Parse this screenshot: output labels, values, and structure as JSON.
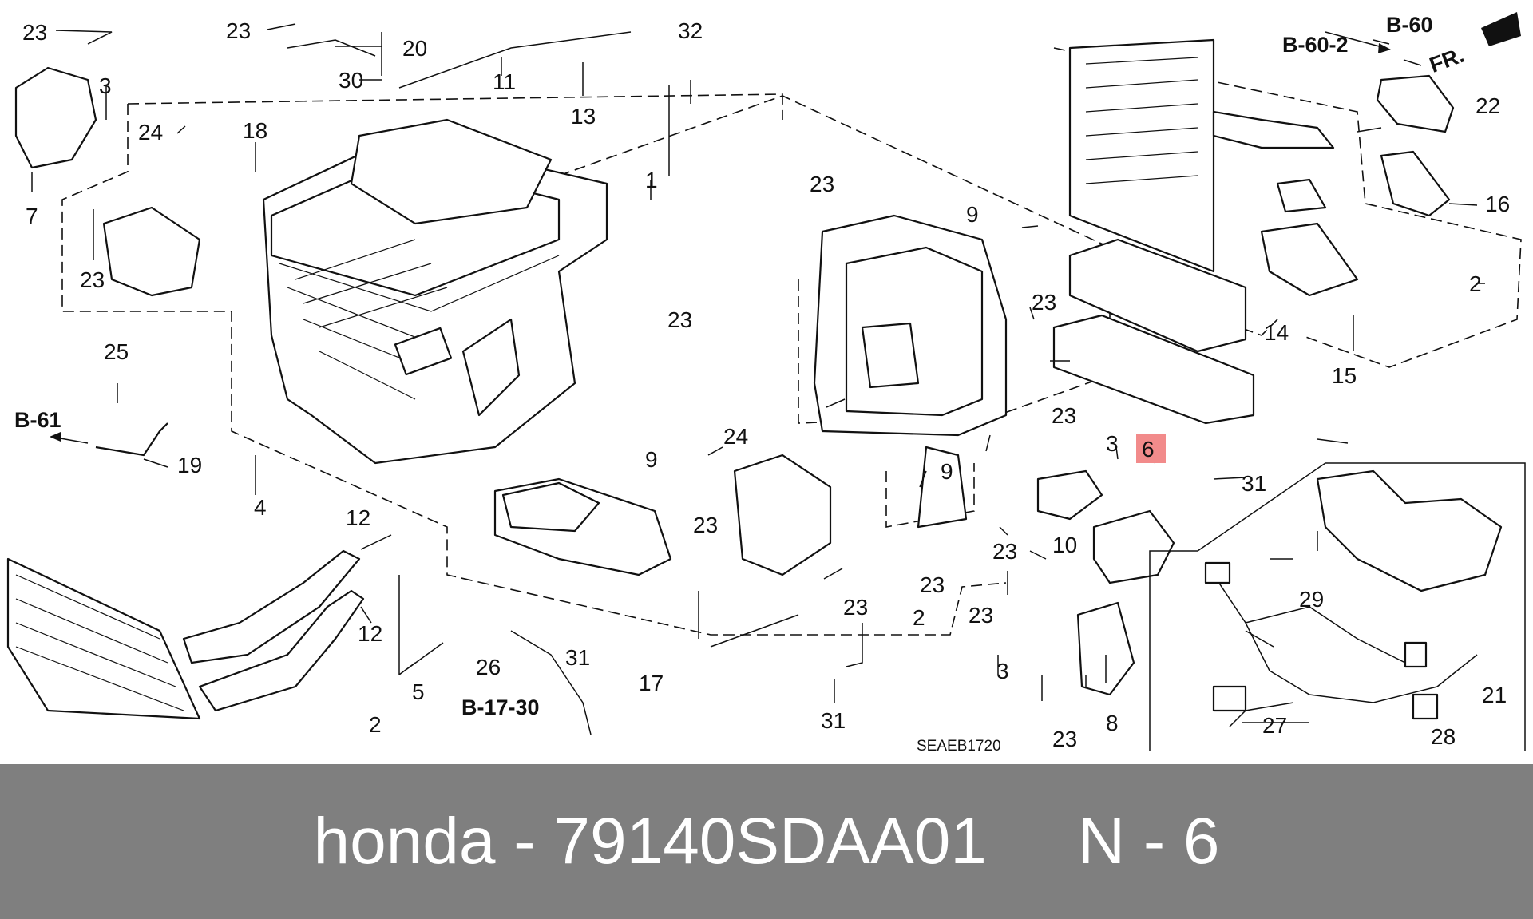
{
  "diagram_code": "SEAEB1720",
  "highlight_color": "#f28b8b",
  "refs": {
    "b60": "B-60",
    "b602": "B-60-2",
    "fr": "FR.",
    "b61": "B-61",
    "b1730": "B-17-30"
  },
  "callouts": {
    "c1": "1",
    "c2a": "2",
    "c2b": "2",
    "c2c": "2",
    "c2d": "2",
    "c3a": "3",
    "c3b": "3",
    "c3c": "3",
    "c4": "4",
    "c5": "5",
    "c6": "6",
    "c7": "7",
    "c8": "8",
    "c9a": "9",
    "c9b": "9",
    "c9c": "9",
    "c10": "10",
    "c11": "11",
    "c12a": "12",
    "c12b": "12",
    "c13": "13",
    "c14": "14",
    "c15": "15",
    "c16": "16",
    "c17": "17",
    "c18": "18",
    "c19": "19",
    "c20": "20",
    "c21": "21",
    "c22": "22",
    "c23a": "23",
    "c23b": "23",
    "c23c": "23",
    "c23d": "23",
    "c23e": "23",
    "c23f": "23",
    "c23g": "23",
    "c23h": "23",
    "c23i": "23",
    "c23j": "23",
    "c23k": "23",
    "c23l": "23",
    "c23m": "23",
    "c24a": "24",
    "c24b": "24",
    "c25": "25",
    "c26": "26",
    "c27": "27",
    "c28": "28",
    "c29": "29",
    "c30": "30",
    "c31a": "31",
    "c31b": "31",
    "c31c": "31",
    "c32": "32"
  },
  "footer": {
    "text": "honda - 79140SDAA01     N - 6"
  }
}
